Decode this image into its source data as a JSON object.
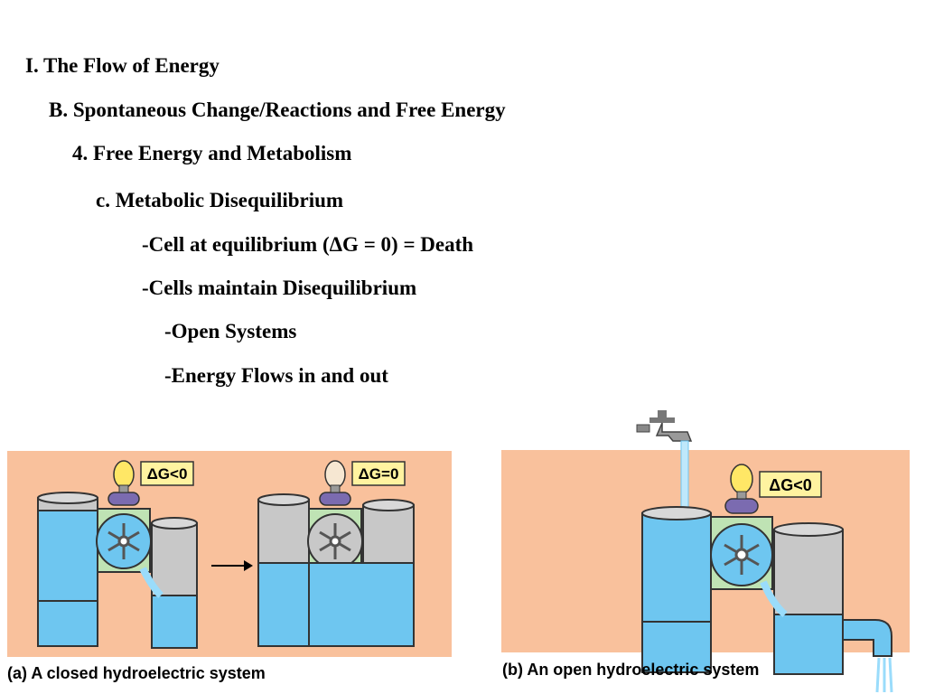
{
  "outline": {
    "l1": "I. The Flow of Energy",
    "l2": "B. Spontaneous Change/Reactions and Free Energy",
    "l3": "4. Free Energy and Metabolism",
    "l4": "c. Metabolic Disequilibrium",
    "l5": "-Cell at equilibrium (ΔG = 0) = Death",
    "l6": "-Cells maintain Disequilibrium",
    "l7": "-Open Systems",
    "l8": "-Energy Flows in and out"
  },
  "figure": {
    "caption_a": "(a) A closed hydroelectric system",
    "caption_b": "(b) An open hydroelectric system",
    "label_a1": "ΔG<0",
    "label_a2": "ΔG=0",
    "label_b": "ΔG<0"
  },
  "colors": {
    "panel_bg": "#f9c19c",
    "water": "#6ec6f0",
    "tank": "#c8c8c8",
    "bulb": "#ffe766",
    "label_box": "#fff3a0",
    "pump_cap": "#7b6bb0",
    "turbine_box": "#bfe3b4"
  }
}
